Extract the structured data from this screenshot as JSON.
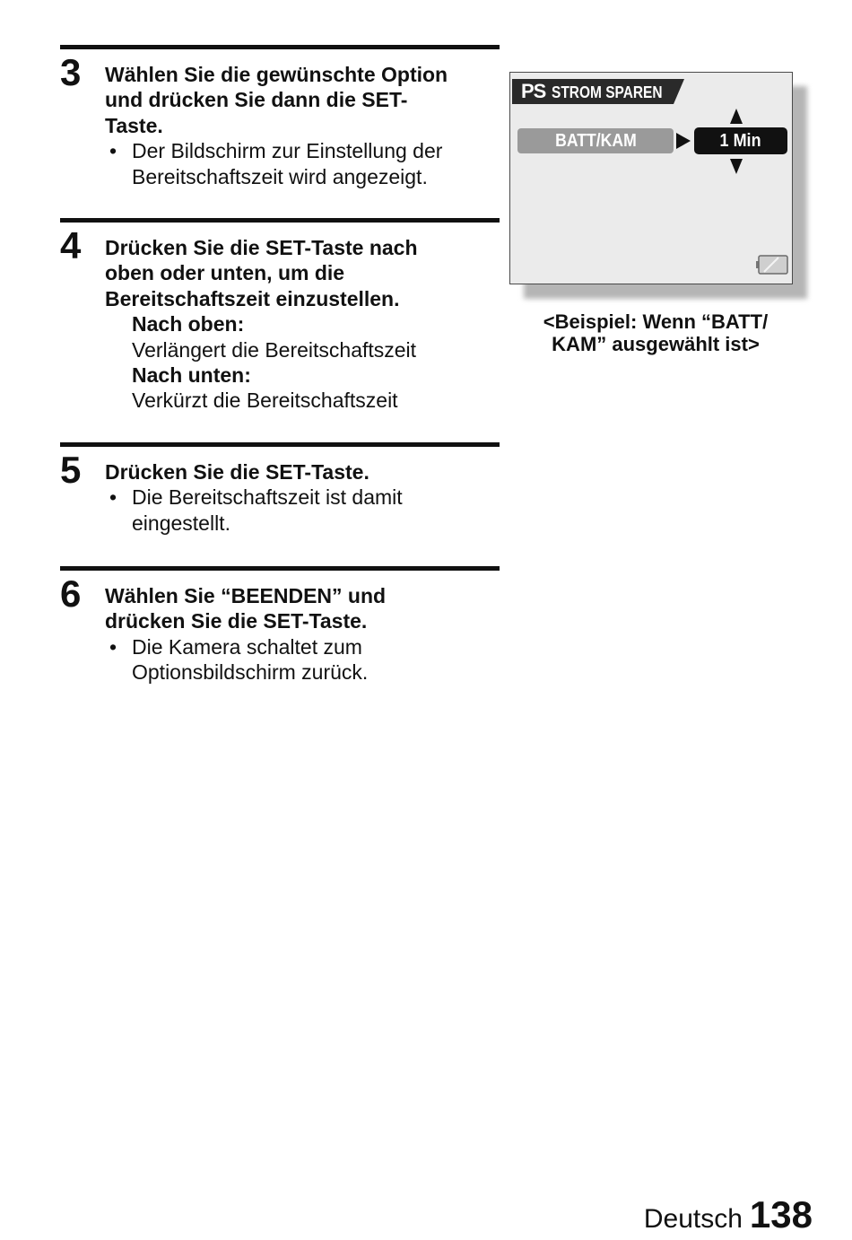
{
  "steps": [
    {
      "number": "3",
      "title": [
        "Wählen Sie die gewünschte Option",
        "und drücken Sie dann die SET-",
        "Taste."
      ],
      "bullets": [
        [
          "Der Bildschirm zur Einstellung der",
          "Bereitschaftszeit wird angezeigt."
        ]
      ]
    },
    {
      "number": "4",
      "title": [
        "Drücken Sie die SET-Taste nach",
        "oben oder unten, um die",
        "Bereitschaftszeit einzustellen."
      ],
      "subs": [
        {
          "label": "Nach oben:",
          "text": "Verlängert die Bereitschaftszeit"
        },
        {
          "label": "Nach unten:",
          "text": "Verkürzt die Bereitschaftszeit"
        }
      ]
    },
    {
      "number": "5",
      "title": [
        "Drücken Sie die SET-Taste."
      ],
      "bullets": [
        [
          "Die Bereitschaftszeit ist damit",
          "eingestellt."
        ]
      ]
    },
    {
      "number": "6",
      "title": [
        "Wählen Sie “BEENDEN” und",
        "drücken Sie die SET-Taste."
      ],
      "bullets": [
        [
          "Die Kamera schaltet zum",
          "Optionsbildschirm zurück."
        ]
      ]
    }
  ],
  "bullet_char": "•",
  "screen": {
    "ps_label": "PS",
    "header_title": "STROM SPAREN",
    "item_label": "BATT/KAM",
    "item_value": "1 Min",
    "icons": [
      "arrow-up-icon",
      "arrow-right-icon",
      "arrow-down-icon",
      "battery-icon"
    ]
  },
  "caption": [
    "<Beispiel: Wenn “BATT/",
    "KAM” ausgewählt ist>"
  ],
  "footer": {
    "language": "Deutsch",
    "page": "138"
  }
}
